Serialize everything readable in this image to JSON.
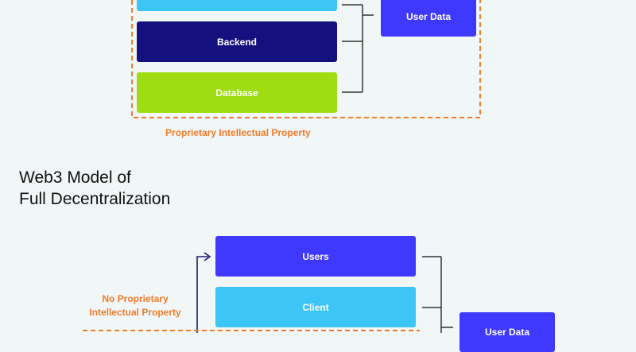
{
  "top_section": {
    "boxes": {
      "client_partial": {
        "label": "",
        "color": "#3cc5f5"
      },
      "backend": {
        "label": "Backend",
        "color": "#14117f"
      },
      "database": {
        "label": "Database",
        "color": "#9fdc12"
      },
      "user_data": {
        "label": "User Data",
        "color": "#3f38ff"
      }
    },
    "boundary_label": "Proprietary Intellectual Property",
    "boundary_color": "#f07c2a"
  },
  "bottom_section": {
    "title_line1": "Web3 Model of",
    "title_line2": "Full Decentralization",
    "boxes": {
      "users": {
        "label": "Users",
        "color": "#3f38ff"
      },
      "client": {
        "label": "Client",
        "color": "#3cc5f5"
      },
      "user_data_partial": {
        "label": "User Data",
        "color": "#3f38ff"
      }
    },
    "no_ip_label_line1": "No Proprietary",
    "no_ip_label_line2": "Intellectual Property"
  },
  "line_color": "#333333"
}
